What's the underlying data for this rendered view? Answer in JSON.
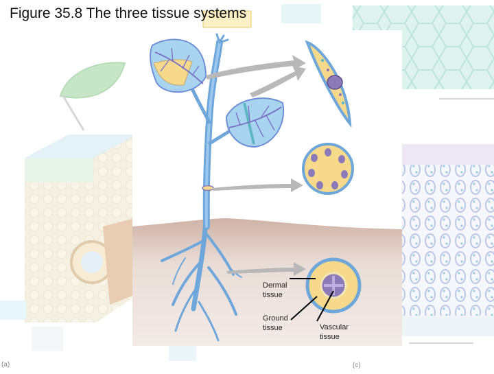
{
  "title": "Figure 35.8 The three tissue systems",
  "labels": {
    "dermal": [
      "Dermal",
      "tissue"
    ],
    "ground": [
      "Ground",
      "tissue"
    ],
    "vascular": [
      "Vascular",
      "tissue"
    ]
  },
  "panels": {
    "a": "(a)",
    "c": "(c)"
  },
  "colors": {
    "dermal": "#a8d4f0",
    "ground": "#f6d98a",
    "vascular": "#8c7ab8",
    "soil": "#d9c4ba"
  }
}
